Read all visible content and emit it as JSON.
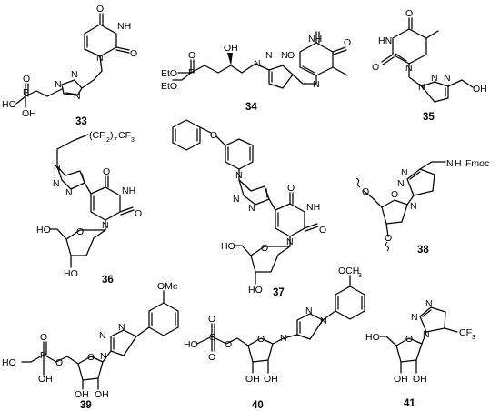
{
  "compounds": [
    {
      "number": "33",
      "labels": [
        "O",
        "NH",
        "N",
        "O",
        "N",
        "N",
        "N",
        "P",
        "O",
        "HO",
        "OH"
      ]
    },
    {
      "number": "34",
      "labels": [
        "OH",
        "P",
        "O",
        "EtO",
        "EtO",
        "N",
        "N",
        "N",
        "O",
        "NH",
        "O",
        "N"
      ]
    },
    {
      "number": "35",
      "labels": [
        "O",
        "HN",
        "O",
        "N",
        "N",
        "N",
        "N",
        "OH"
      ]
    },
    {
      "number": "36",
      "labels": [
        "(CF",
        "2",
        ")",
        "7",
        "CF",
        "3",
        "N",
        "N",
        "N",
        "O",
        "NH",
        "N",
        "O",
        "HO",
        "O",
        "HO"
      ]
    },
    {
      "number": "37",
      "labels": [
        "O",
        "N",
        "N",
        "N",
        "O",
        "NH",
        "N",
        "O",
        "HO",
        "O",
        "HO"
      ]
    },
    {
      "number": "38",
      "labels": [
        "N",
        "N",
        "N",
        "N",
        "H",
        "Fmoc",
        "O",
        "O",
        "O"
      ]
    },
    {
      "number": "39",
      "labels": [
        "OMe",
        "O",
        "HO",
        "P",
        "O",
        "OH",
        "O",
        "N",
        "N",
        "N",
        "OH",
        "OH"
      ]
    },
    {
      "number": "40",
      "labels": [
        "OCH",
        "3",
        "O",
        "HO",
        "S",
        "O",
        "O",
        "O",
        "N",
        "N",
        "N",
        "OH",
        "OH"
      ]
    },
    {
      "number": "41",
      "labels": [
        "N",
        "N",
        "N",
        "CF",
        "3",
        "HO",
        "O",
        "OH",
        "OH"
      ]
    }
  ]
}
